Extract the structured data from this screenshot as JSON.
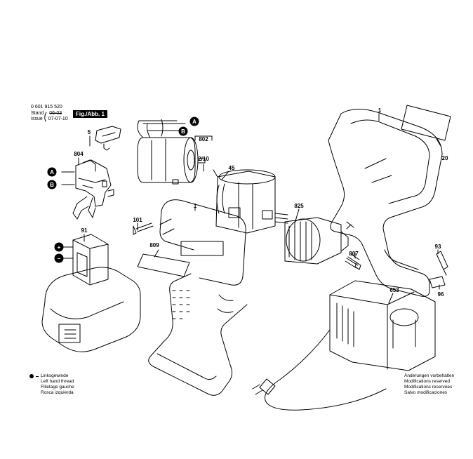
{
  "header": {
    "part_number": "0 601 915 520",
    "stand_label": "Stand",
    "stand_date": "06-03",
    "issue_label": "Issue",
    "issue_date": "07-07-10",
    "figure_badge": "Fig./Abb. 1"
  },
  "callouts": {
    "part_1_body": "1",
    "part_1_housing": "1",
    "part_5": "5",
    "part_20": "20",
    "part_45": "45",
    "part_91": "91",
    "part_93": "93",
    "part_96": "96",
    "part_101": "101",
    "part_653": "653",
    "part_802": "802",
    "part_804": "804",
    "part_807": "807",
    "part_809": "809",
    "part_825": "825",
    "part_2_10": "2/10"
  },
  "connectors": {
    "a": "A",
    "b": "B",
    "plus": "+",
    "minus": "−"
  },
  "legend_left": [
    "Linksgewinde",
    "Left hand thread",
    "Filletage gauche",
    "Rosca izquierda"
  ],
  "legend_right": [
    "Änderungen vorbehalten",
    "Modifications reserved",
    "Modifications reservées",
    "Salvo modificaciones"
  ],
  "colors": {
    "line": "#000000",
    "background": "#ffffff",
    "badge_bg": "#000000",
    "badge_text": "#ffffff"
  }
}
